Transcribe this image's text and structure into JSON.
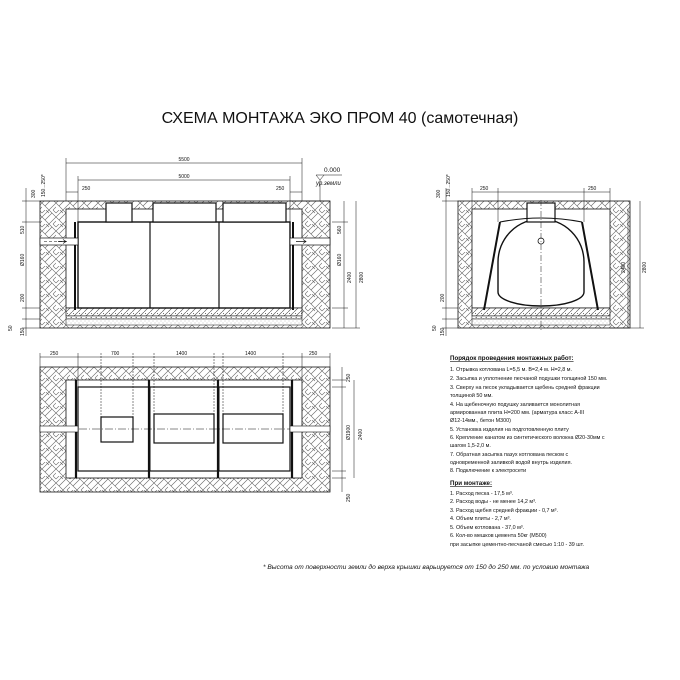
{
  "title": "СХЕМА МОНТАЖА ЭКО ПРОМ 40 (самотечная)",
  "front_view": {
    "dim_top_total": "5500",
    "dim_top_inner": "5000",
    "dim_left_250": "250",
    "dim_right_250": "250",
    "level_value": "0.000",
    "level_label": "ур.земли",
    "dim_left_300": "300",
    "dim_left_150_250": "150...250*",
    "dim_left_510": "510",
    "dim_left_d160": "Ø160",
    "dim_left_200": "200",
    "dim_left_50": "50",
    "dim_left_150": "150",
    "dim_right_560": "560",
    "dim_right_d160": "Ø160",
    "dim_right_2400": "2400",
    "dim_right_2800": "2800"
  },
  "side_view": {
    "dim_left_300": "300",
    "dim_left_150_250": "150...250*",
    "dim_top_250_left": "250",
    "dim_top_250_right": "250",
    "dim_left_200": "200",
    "dim_left_50": "50",
    "dim_left_150": "150",
    "dim_right_2400": "2400",
    "dim_right_2800": "2800"
  },
  "plan_view": {
    "dim_250_left": "250",
    "dim_700": "700",
    "dim_1400_a": "1400",
    "dim_1400_b": "1400",
    "dim_250_right": "250",
    "dim_right_250_top": "250",
    "dim_right_d1900": "Ø1900",
    "dim_right_2400": "2400",
    "dim_right_250_bottom": "250"
  },
  "notes": {
    "heading": "Порядок проведения монтажных работ:",
    "lines": [
      "1. Отрывка котлована L=5,5 м. B=2,4 м. H=2,8 м.",
      "2. Засыпка и уплотнение песчаной подушки толщиной 150 мм.",
      "3. Сверху на песок укладывается щебень средней фракции",
      "    толщиной 50 мм.",
      "4. На щебеночную подушку заливается монолитная",
      "армированная плита Н=200 мм. (арматура класс А-III",
      "Ø12-14мм., бетон М300)",
      "5. Установка изделия на подготовленную плиту",
      "6. Крепление канатом из синтетического волокна Ø20-30мм с",
      "шагом 1,5-2,0 м.",
      "7. Обратная засыпка пазух котлована песком с",
      "одновременной заливкой водой внутрь изделия.",
      "8. Подключение к электросети"
    ],
    "mounting_heading": "При монтаже:",
    "mounting_lines": [
      "1. Расход песка - 17,5 м³.",
      "2. Расход воды - не менее 14,2 м³.",
      "3. Расход щебня средней фракции - 0,7 м³.",
      "4. Объем плиты - 2,7 м³.",
      "5. Объем котлована - 37,0 м³.",
      "6. Кол-во мешков цемента 50кг (М500)",
      "при засыпке цементно-песчаной смесью 1:10 - 39 шт."
    ]
  },
  "footnote": "* Высота от поверхности земли до верха крышки варьируется от 150 до 250 мм. по условию монтажа",
  "colors": {
    "line": "#111111",
    "hatch": "#555555",
    "fill": "#ffffff"
  }
}
